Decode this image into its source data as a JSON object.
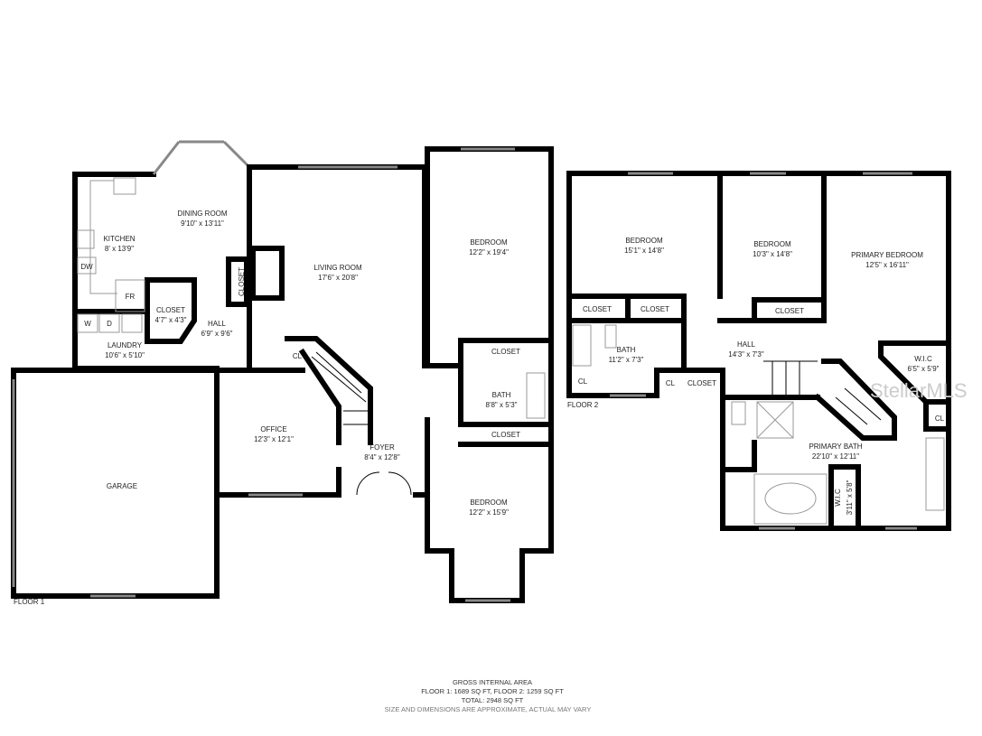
{
  "floor1": {
    "label": "FLOOR 1",
    "rooms": [
      {
        "name": "DINING ROOM",
        "dims": "9'10\" x 13'11\""
      },
      {
        "name": "KITCHEN",
        "dims": "8' x 13'9\""
      },
      {
        "name": "LIVING ROOM",
        "dims": "17'6\" x 20'8\""
      },
      {
        "name": "BEDROOM",
        "dims": "12'2\" x 19'4\""
      },
      {
        "name": "CLOSET",
        "dims": "4'7\" x 4'3\""
      },
      {
        "name": "HALL",
        "dims": "6'9\" x 9'6\""
      },
      {
        "name": "LAUNDRY",
        "dims": "10'6\" x 5'10\""
      },
      {
        "name": "BATH",
        "dims": "8'8\" x 5'3\""
      },
      {
        "name": "OFFICE",
        "dims": "12'3\" x 12'1\""
      },
      {
        "name": "FOYER",
        "dims": "8'4\" x 12'8\""
      },
      {
        "name": "BEDROOM",
        "dims": "12'2\" x 15'9\""
      },
      {
        "name": "GARAGE",
        "dims": ""
      }
    ],
    "small_labels": [
      "DW",
      "FR",
      "W",
      "D",
      "CLOSET",
      "CL",
      "CLOSET",
      "CLOSET"
    ]
  },
  "floor2": {
    "label": "FLOOR 2",
    "rooms": [
      {
        "name": "BEDROOM",
        "dims": "15'1\" x 14'8\""
      },
      {
        "name": "BEDROOM",
        "dims": "10'3\" x 14'8\""
      },
      {
        "name": "PRIMARY BEDROOM",
        "dims": "12'5\" x 16'11\""
      },
      {
        "name": "BATH",
        "dims": "11'2\" x 7'3\""
      },
      {
        "name": "HALL",
        "dims": "14'3\" x 7'3\""
      },
      {
        "name": "W.I.C",
        "dims": "6'5\" x 5'9\""
      },
      {
        "name": "PRIMARY BATH",
        "dims": "22'10\" x 12'11\""
      },
      {
        "name": "W.I.C",
        "dims": "3'11\" x 5'8\""
      }
    ],
    "small_labels": [
      "CLOSET",
      "CLOSET",
      "CLOSET",
      "CL",
      "CL",
      "CLOSET",
      "CL"
    ]
  },
  "footer": {
    "line1": "GROSS INTERNAL AREA",
    "line2": "FLOOR 1: 1689 SQ FT, FLOOR 2: 1259 SQ FT",
    "line3": "TOTAL: 2948 SQ FT",
    "line4": "SIZE AND DIMENSIONS ARE APPROXIMATE, ACTUAL MAY VARY"
  },
  "watermark": "StellarMLS"
}
